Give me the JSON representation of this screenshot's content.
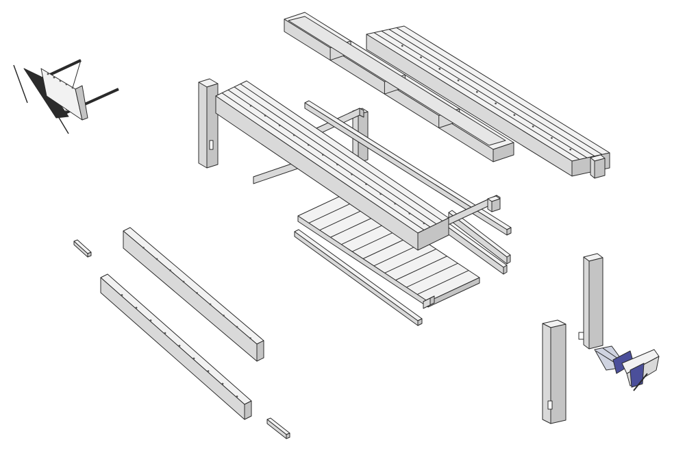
{
  "colors": {
    "wood_top": "#f2f2f2",
    "wood_side": "#d9d9d9",
    "wood_end": "#c4c4c4",
    "outline": "#2a2a2a",
    "vise_dark": "#2b2b2b",
    "vise_blue": "#4b4f9a",
    "vise_rod": "#111111"
  },
  "parts": [
    "vise-left",
    "leg-left-front",
    "bench-top-front",
    "tool-tray",
    "bench-top-rear",
    "end-frame",
    "shelf-slats",
    "shelf-rail",
    "stretchers-right",
    "long-rail-upper",
    "long-rail-lower",
    "wedge-peg-left",
    "wedge-peg-right",
    "leg-right-rear",
    "leg-right-front",
    "vise-right"
  ]
}
